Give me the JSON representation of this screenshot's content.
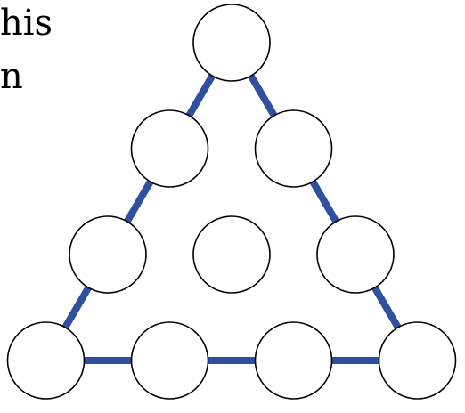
{
  "text_fragments": [
    "his",
    "n"
  ],
  "colors": {
    "edge": "#2f4f9f",
    "node_fill": "#ffffff",
    "node_stroke": "#000000",
    "text": "#000000"
  },
  "diagram": {
    "shape": "triangle",
    "rows": 4,
    "node_count": 10,
    "edges_along": "outer-perimeter"
  }
}
